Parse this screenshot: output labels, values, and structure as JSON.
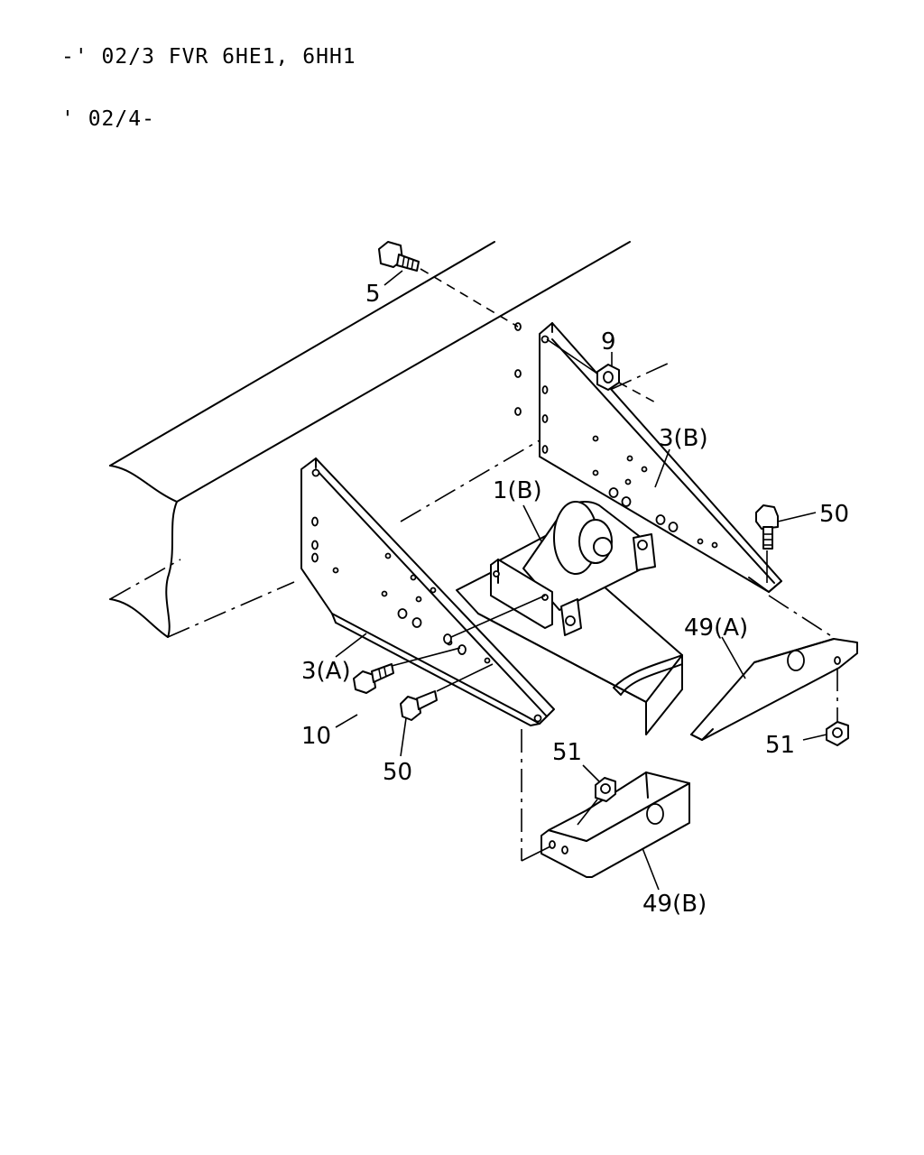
{
  "header": {
    "line1": "-' 02/3 FVR 6HE1, 6HH1",
    "line2": "' 02/4-"
  },
  "callouts": {
    "c5": "5",
    "c9": "9",
    "c3b": "3(B)",
    "c1b": "1(B)",
    "c50a": "50",
    "c49a": "49(A)",
    "c3a": "3(A)",
    "c10": "10",
    "c50b": "50",
    "c51a": "51",
    "c51b": "51",
    "c49b": "49(B)"
  }
}
